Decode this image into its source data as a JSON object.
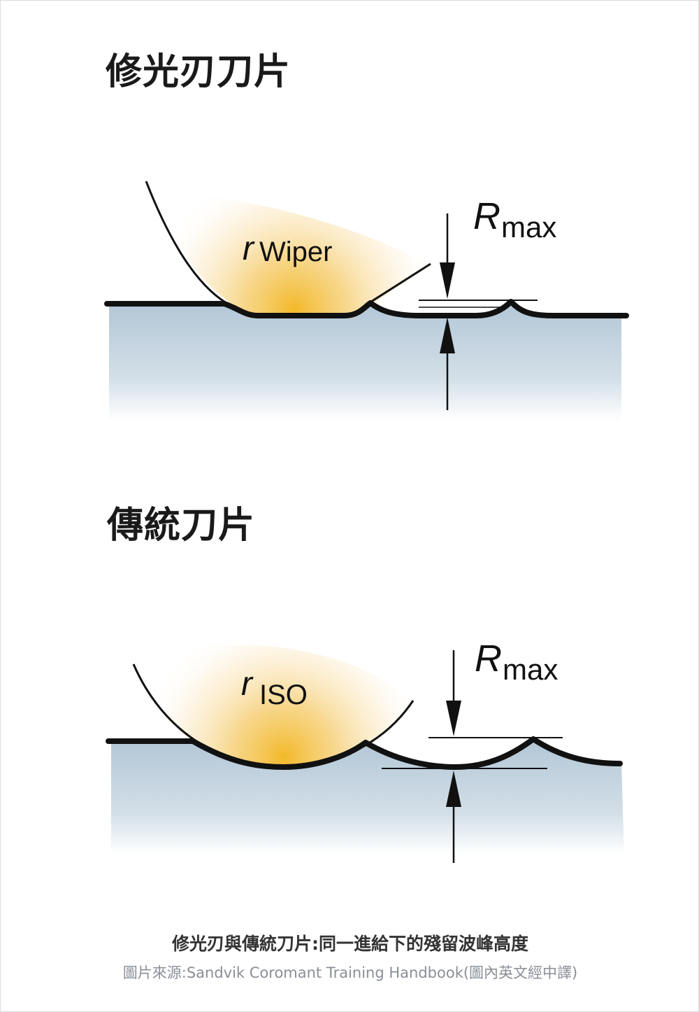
{
  "figure": {
    "wiper_title": "修光刃刀片",
    "iso_title": "傳統刀片",
    "wiper_radius_label": {
      "symbol": "r",
      "subscript": "Wiper"
    },
    "iso_radius_label": {
      "symbol": "r",
      "subscript": "ISO"
    },
    "rmax_label": {
      "symbol": "R",
      "subscript": "max"
    },
    "caption": "修光刃與傳統刀片:同一進給下的殘留波峰高度",
    "source": "圖片來源:Sandvik Coromant Training Handbook(圖內英文經中譯)"
  },
  "colors": {
    "workpiece": "#b7c9d8",
    "insert_glow": "#f2b92a",
    "line": "#111111"
  }
}
